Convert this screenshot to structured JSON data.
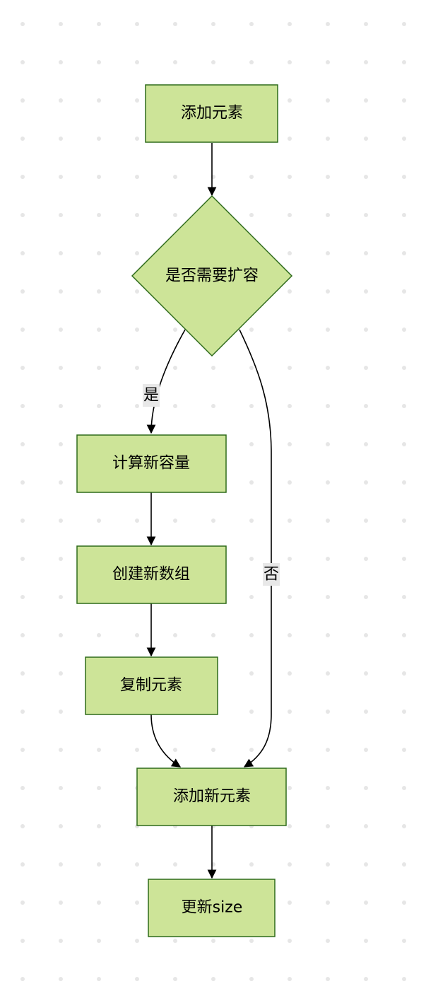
{
  "nodes": {
    "add_element": "添加元素",
    "need_expand": "是否需要扩容",
    "calc_capacity": "计算新容量",
    "create_array": "创建新数组",
    "copy_elements": "复制元素",
    "add_new_element": "添加新元素",
    "update_size": "更新size"
  },
  "edge_labels": {
    "yes": "是",
    "no": "否"
  },
  "colors": {
    "node_fill": "#cde498",
    "node_stroke": "#2e6b1a",
    "edge": "#000000",
    "label_bg": "#e8e8e8",
    "grid_dot": "#e6e6e6"
  }
}
